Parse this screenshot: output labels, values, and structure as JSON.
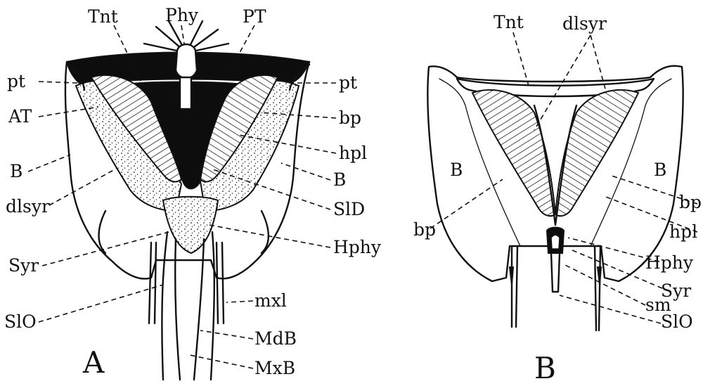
{
  "figure": {
    "panel_a": {
      "letter": "A",
      "labels": {
        "tnt": "Tnt",
        "phy": "Phy",
        "pt_upper": "PT",
        "pt_left": "pt",
        "pt_right": "pt",
        "at": "AT",
        "bp": "bp",
        "hpl": "hpl",
        "b_left": "B",
        "b_right": "B",
        "dlsyr": "dlsyr",
        "sld": "SlD",
        "syr": "Syr",
        "hphy": "Hphy",
        "slo": "SlO",
        "mxl": "mxl",
        "mdb": "MdB",
        "mxb": "MxB"
      }
    },
    "panel_b": {
      "letter": "B",
      "labels": {
        "tnt": "Tnt",
        "dlsyr": "dlsyr",
        "b_left": "B",
        "b_right": "B",
        "bp_left": "bp",
        "bp_right": "bp",
        "hpl": "hpl",
        "hphy": "Hphy",
        "syr": "Syr",
        "sm": "sm",
        "slo": "SlO"
      }
    }
  }
}
